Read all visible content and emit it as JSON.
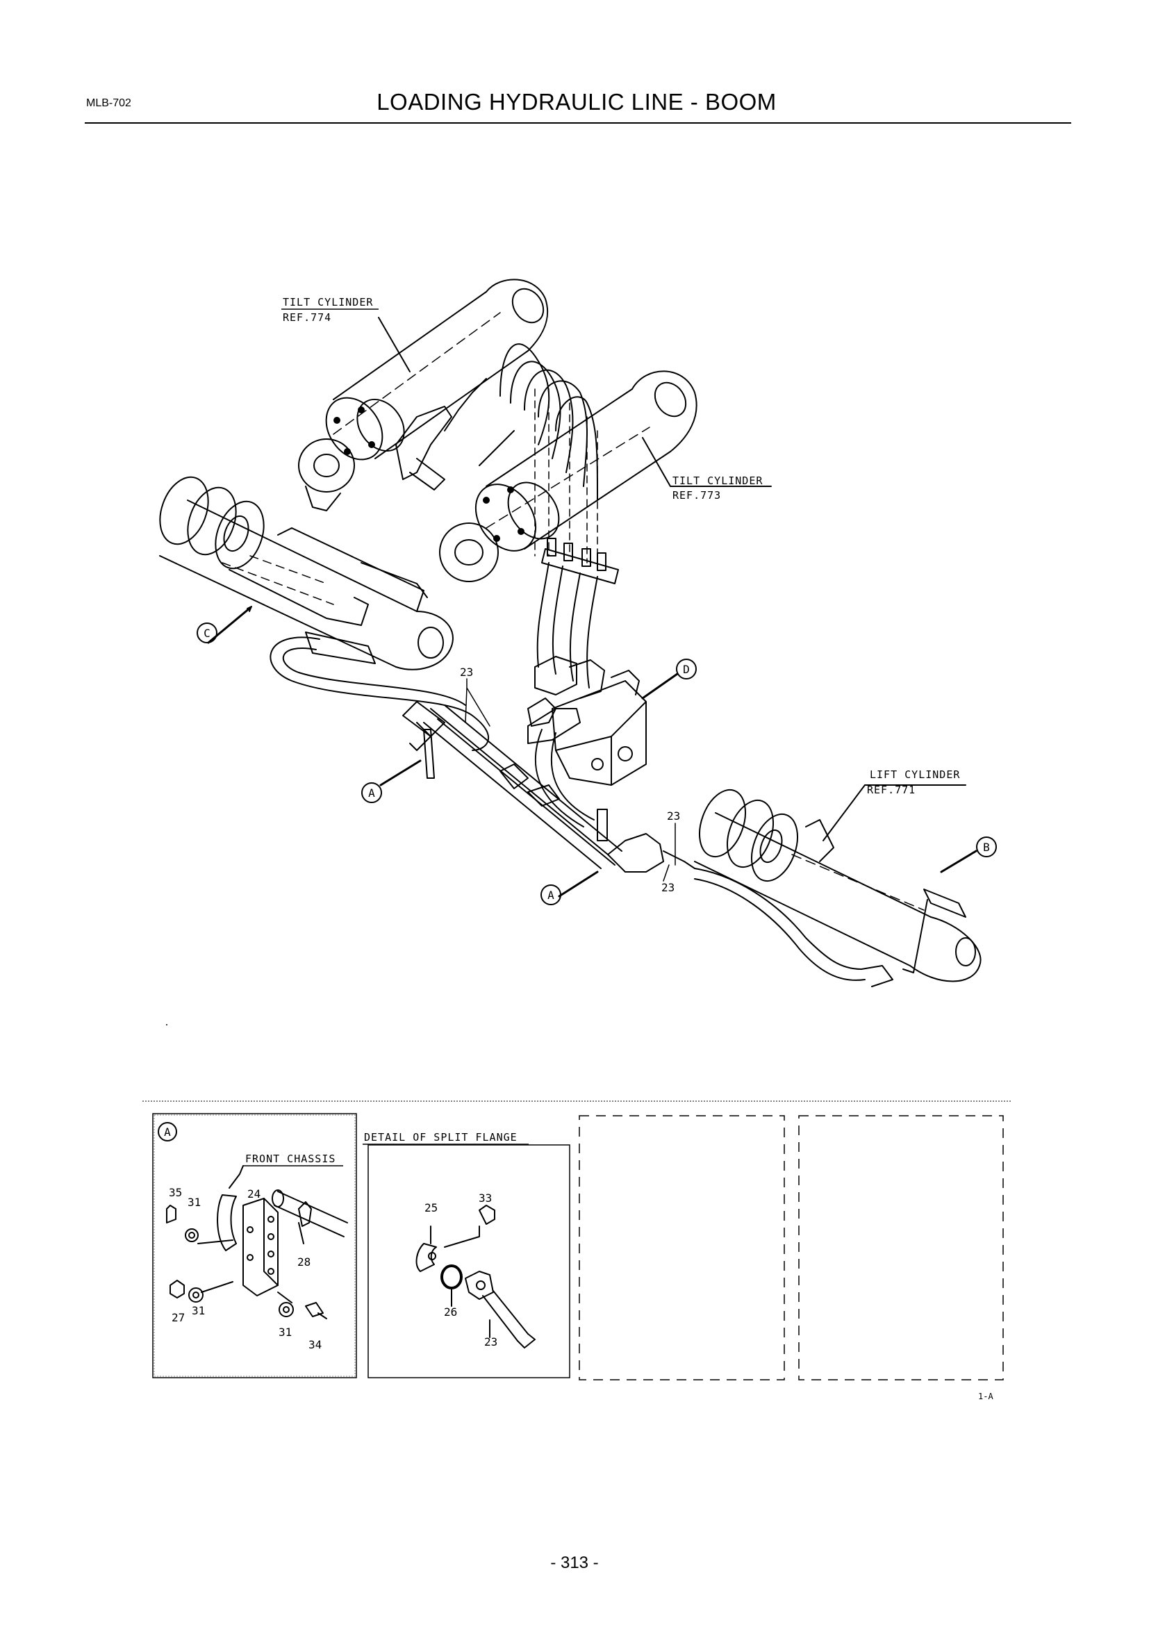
{
  "header": {
    "doc_code": "MLB-702",
    "title": "LOADING HYDRAULIC LINE - BOOM"
  },
  "main_diagram": {
    "tilt_cylinder_upper": {
      "name": "TILT CYLINDER",
      "ref": "REF.774"
    },
    "tilt_cylinder_right": {
      "name": "TILT CYLINDER",
      "ref": "REF.773"
    },
    "lift_cylinder": {
      "name": "LIFT CYLINDER",
      "ref": "REF.771"
    },
    "detail_markers": [
      "C",
      "D",
      "A",
      "A",
      "B"
    ],
    "callouts": [
      "23",
      "23",
      "23"
    ]
  },
  "details": {
    "panel_a": {
      "marker": "A",
      "label": "FRONT CHASSIS",
      "callouts": [
        "35",
        "31",
        "24",
        "28",
        "27",
        "31",
        "31",
        "34"
      ]
    },
    "panel_b": {
      "label": "DETAIL OF SPLIT FLANGE",
      "callouts": [
        "25",
        "33",
        "26",
        "23"
      ]
    }
  },
  "figure_ref": "1-A",
  "page_number": "- 313 -"
}
